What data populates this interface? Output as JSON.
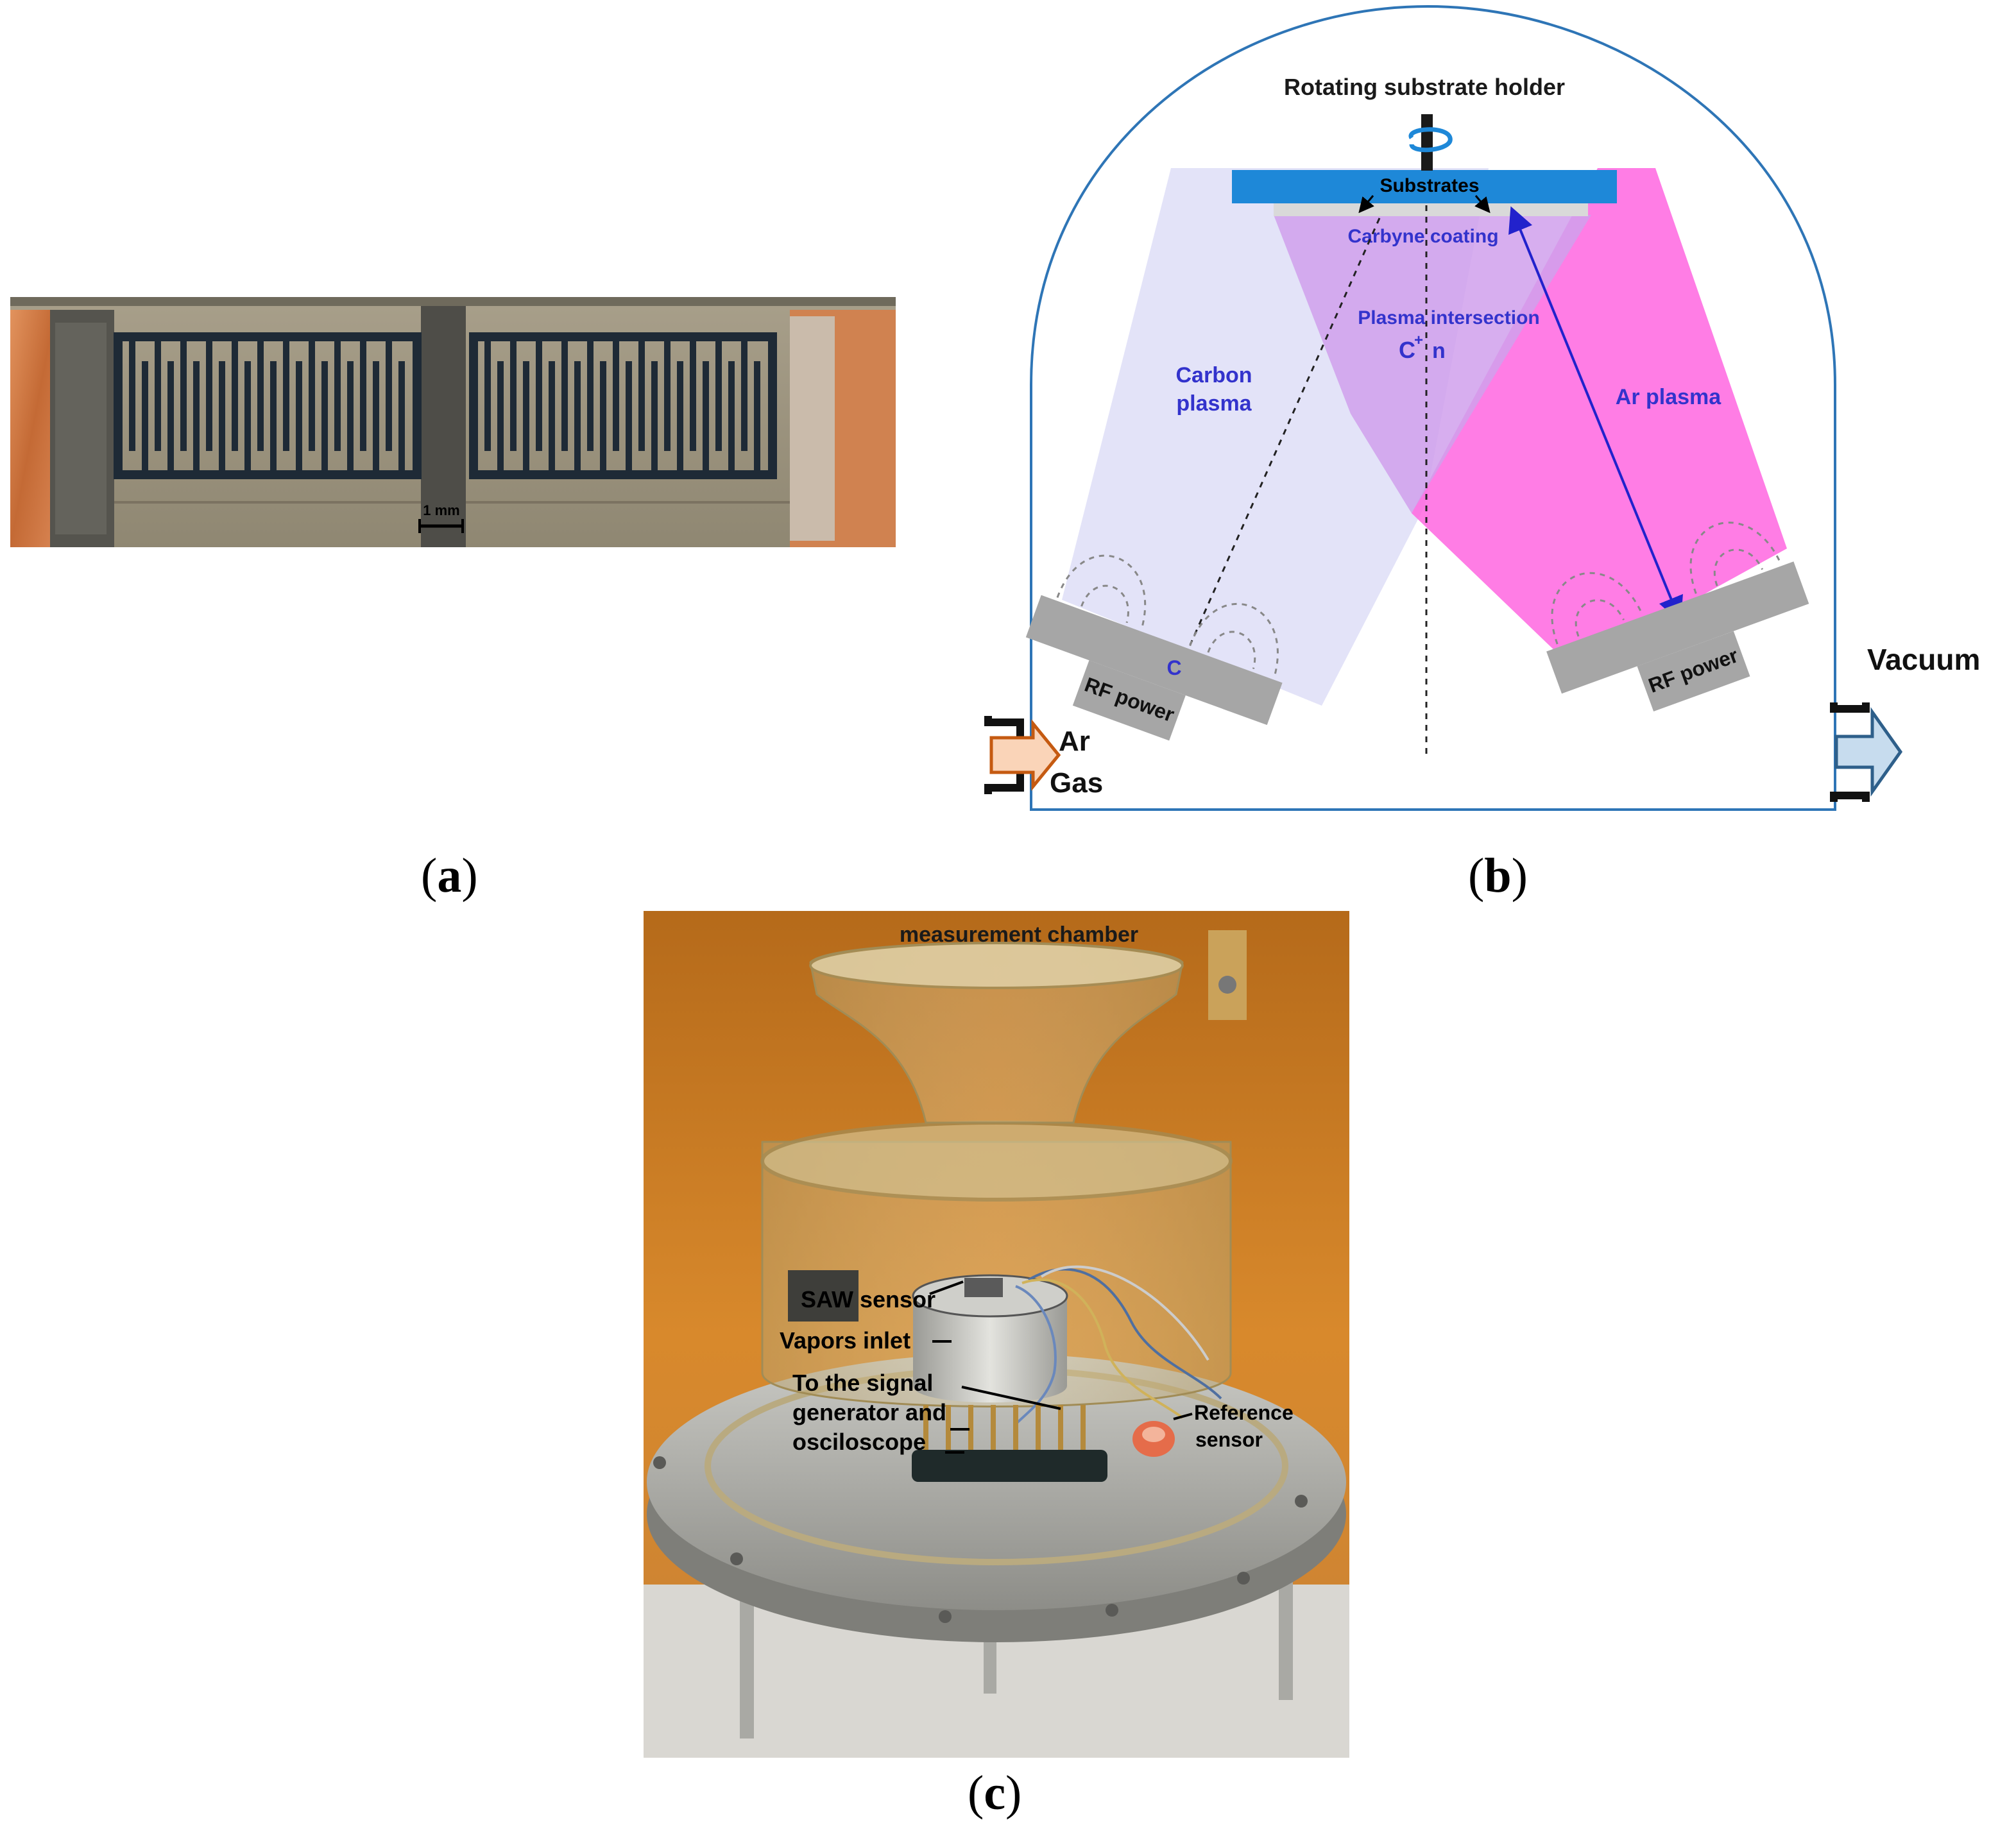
{
  "panels": {
    "a": {
      "label_open": "(",
      "label_letter": "a",
      "label_close": ")",
      "scale_bar": "1 mm"
    },
    "b": {
      "label_open": "(",
      "label_letter": "b",
      "label_close": ")",
      "rotating_holder": "Rotating substrate holder",
      "substrates": "Substrates",
      "carbyne_coating": "Carbyne coating",
      "plasma_intersection": "Plasma intersection",
      "c_plus": "C",
      "c_plus_sup": "+",
      "c_plus_n": "n",
      "carbon_plasma_line1": "Carbon",
      "carbon_plasma_line2": "plasma",
      "ar_plasma": "Ar plasma",
      "target_c": "C",
      "rf_power_left": "RF power",
      "rf_power_right": "RF power",
      "ar_gas_line1": "Ar",
      "ar_gas_line2": "Gas",
      "vacuum": "Vacuum",
      "colors": {
        "chamber_outline": "#2e75b6",
        "substrate_bar": "#1e88d8",
        "carbon_plasma": "#d9d9f5",
        "ar_plasma": "#ff66e0",
        "intersection": "#d8a8ee",
        "magnetron": "#a6a6a6",
        "label_blue": "#3333cc",
        "ar_arrow": "#c55a11",
        "vacuum_arrow": "#2e5f8a"
      }
    },
    "c": {
      "label_open": "(",
      "label_letter": "c",
      "label_close": ")",
      "measurement_chamber": "measurement chamber",
      "saw_sensor": "SAW sensor",
      "vapors_inlet": "Vapors inlet",
      "signal_line1": "To the signal",
      "signal_line2": "generator and",
      "signal_line3": "osciloscope",
      "reference_line1": "Reference",
      "reference_line2": "sensor"
    }
  }
}
